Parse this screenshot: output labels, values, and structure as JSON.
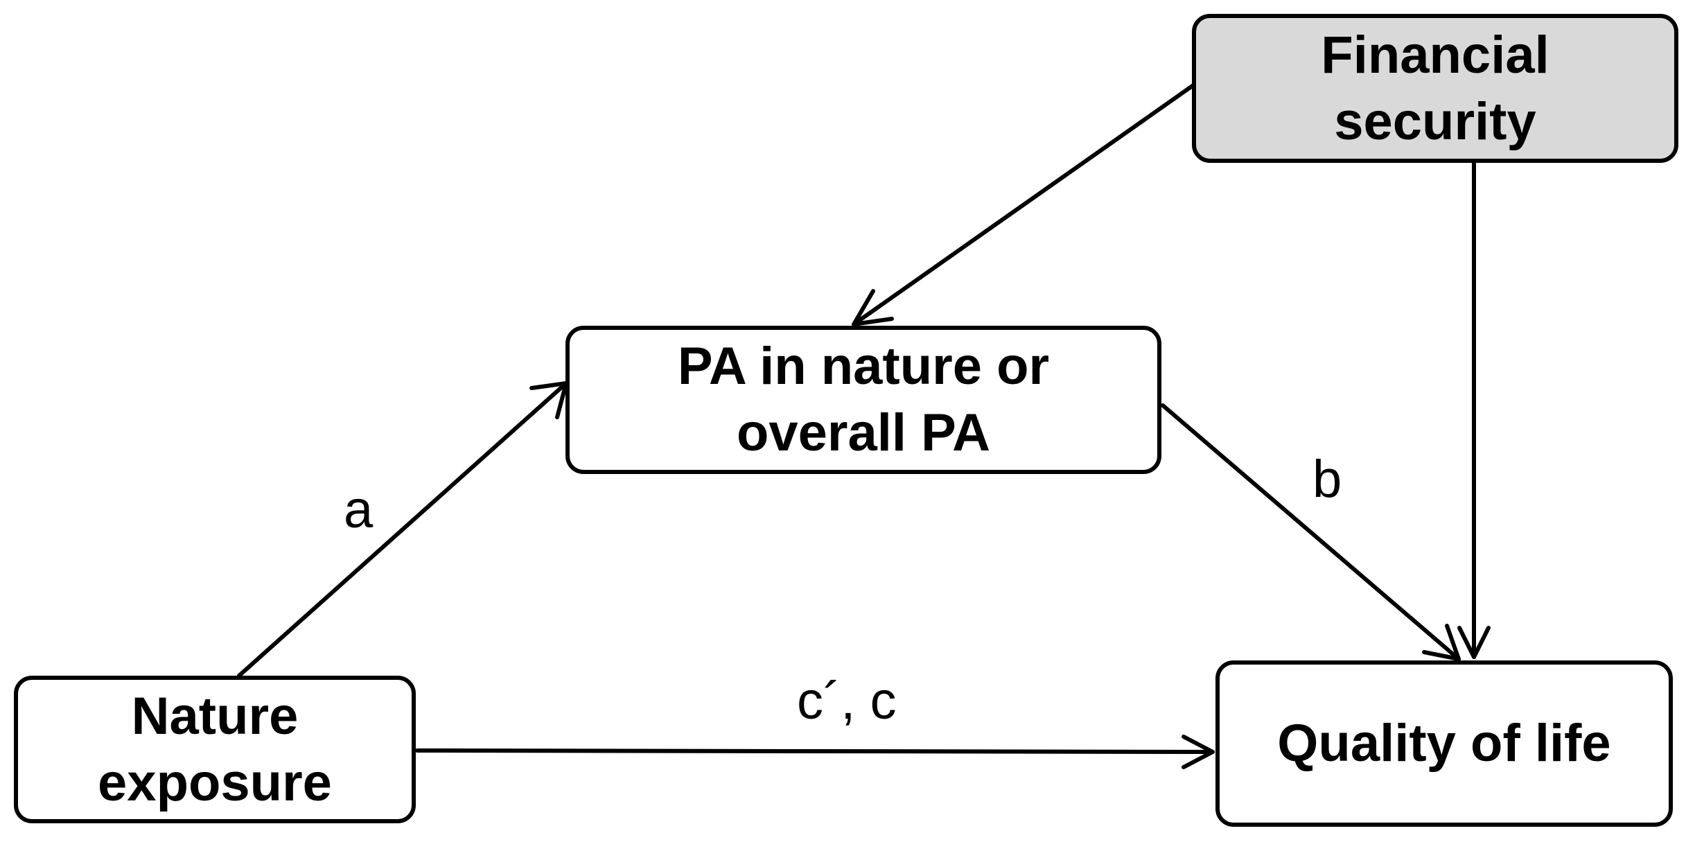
{
  "colors": {
    "financial_fill": "#d9d9d9",
    "node_fill": "#ffffff",
    "stroke": "#000000"
  },
  "nodes": {
    "financial_security": {
      "line1": "Financial",
      "line2": "security"
    },
    "pa": {
      "line1": "PA in nature or",
      "line2": "overall PA"
    },
    "nature_exposure": {
      "line1": "Nature",
      "line2": "exposure"
    },
    "quality_of_life": {
      "line1": "Quality of life"
    }
  },
  "paths": {
    "a": "a",
    "b": "b",
    "c": "c´, c"
  }
}
